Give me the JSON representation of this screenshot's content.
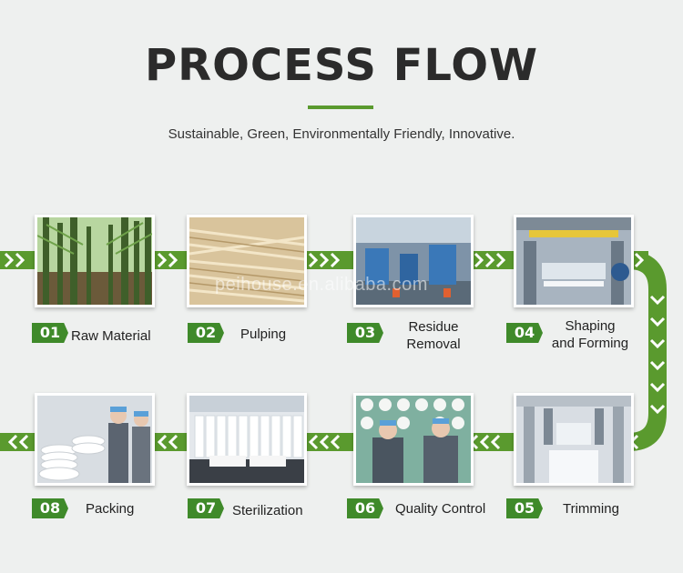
{
  "header": {
    "title": "PROCESS FLOW",
    "subtitle": "Sustainable, Green, Environmentally Friendly, Innovative."
  },
  "watermark": "peihouse.en.alibaba.com",
  "colors": {
    "accent": "#5a9a2e",
    "badge": "#3f8a2a",
    "background": "#eef0ef"
  },
  "steps": [
    {
      "number": "01",
      "label": "Raw Material"
    },
    {
      "number": "02",
      "label": "Pulping"
    },
    {
      "number": "03",
      "label_line1": "Residue",
      "label_line2": "Removal"
    },
    {
      "number": "04",
      "label_line1": "Shaping",
      "label_line2": "and Forming"
    },
    {
      "number": "05",
      "label": "Trimming"
    },
    {
      "number": "06",
      "label": "Quality Control"
    },
    {
      "number": "07",
      "label": "Sterilization"
    },
    {
      "number": "08",
      "label": "Packing"
    }
  ]
}
